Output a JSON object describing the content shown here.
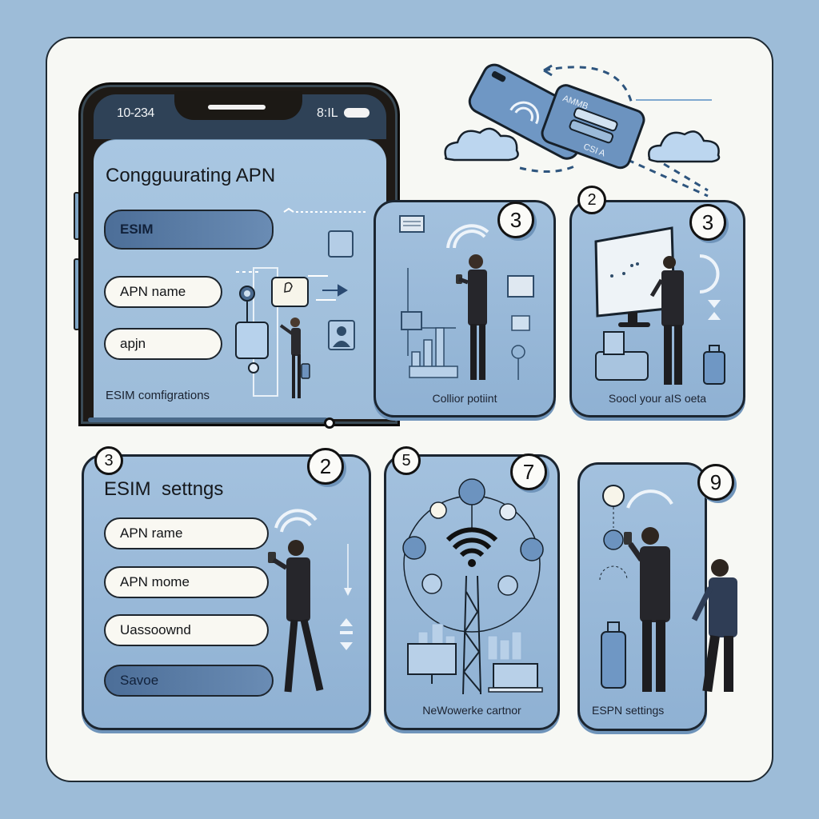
{
  "colors": {
    "background": "#9dbcd8",
    "card": "#f7f8f4",
    "panel": "#a3c1de",
    "accent_dark": "#4c6e98",
    "outline": "#1b2530"
  },
  "phone": {
    "status_time": "10-234",
    "status_right": "8:IL",
    "title": "Congguurating APN",
    "fields": [
      {
        "label": "ESIM",
        "style": "selected"
      },
      {
        "label": "APN name",
        "style": "field"
      },
      {
        "label": "apjn",
        "style": "field"
      }
    ],
    "caption": "ESIM comfigrations"
  },
  "header_illustration": {
    "icons": [
      "phone-icon",
      "sim-card-icon",
      "cloud-icon",
      "cloud-icon",
      "wifi-icon"
    ]
  },
  "panels": {
    "top_middle": {
      "badge": "3",
      "caption": "Collior potiint"
    },
    "top_right": {
      "badge_small": "2",
      "badge": "3",
      "caption": "Soocl your aIS oeta"
    },
    "bottom_left": {
      "badge_small": "3",
      "badge": "2",
      "title": "ESIM  settngs",
      "fields": [
        "APN rame",
        "APN mome",
        "Uassoownd"
      ],
      "save_label": "Savoe"
    },
    "bottom_middle": {
      "badge_small": "5",
      "badge": "7",
      "caption": "NeWowerke cartnor"
    },
    "bottom_right": {
      "badge": "9",
      "caption": "ESPN settings"
    }
  }
}
